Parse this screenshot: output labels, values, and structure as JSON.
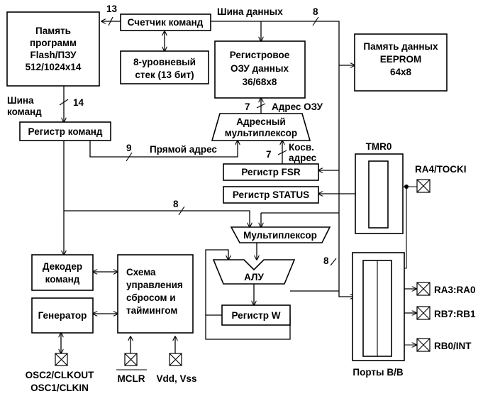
{
  "colors": {
    "line": "#000000",
    "background": "#ffffff"
  },
  "blocks": {
    "program_memory": [
      "Память",
      "программ",
      "Flash/ПЗУ",
      "512/1024x14"
    ],
    "program_counter": "Счетчик команд",
    "stack": [
      "8-уровневый",
      "стек (13 бит)"
    ],
    "register_ram": [
      "Регистровое",
      "ОЗУ данных",
      "36/68x8"
    ],
    "eeprom": [
      "Память данных",
      "EEPROM",
      "64x8"
    ],
    "instruction_register": "Регистр команд",
    "address_mux": [
      "Адресный",
      "мультиплексор"
    ],
    "fsr": "Регистр FSR",
    "status": "Регистр STATUS",
    "tmr0": "TMR0",
    "mux": "Мультиплексор",
    "decoder": [
      "Декодер",
      "команд"
    ],
    "control": [
      "Схема",
      "управления",
      "сбросом и",
      "таймингом"
    ],
    "generator": "Генератор",
    "alu": "АЛУ",
    "w_register": "Регистр W",
    "ports": "Порты В/В"
  },
  "labels": {
    "data_bus": "Шина данных",
    "instruction_bus": [
      "Шина",
      "команд"
    ],
    "direct_address": "Прямой адрес",
    "ram_address": "Адрес ОЗУ",
    "indirect_address": [
      "Косв.",
      "адрес"
    ]
  },
  "bus_widths": {
    "pc_to_memory": "13",
    "data_bus": "8",
    "instruction_bus": "14",
    "direct_address": "9",
    "ram_address": "7",
    "indirect_address": "7",
    "mux_bus": "8",
    "ports_bus": "8"
  },
  "pins": {
    "ra4": "RA4/TOCKI",
    "ra3_ra0": "RA3:RA0",
    "rb7_rb1": "RB7:RB1",
    "rb0": "RB0/INT",
    "osc2": "OSC2/CLKOUT",
    "osc1": "OSC1/CLKIN",
    "mclr": "MCLR",
    "vdd_vss": "Vdd, Vss"
  }
}
